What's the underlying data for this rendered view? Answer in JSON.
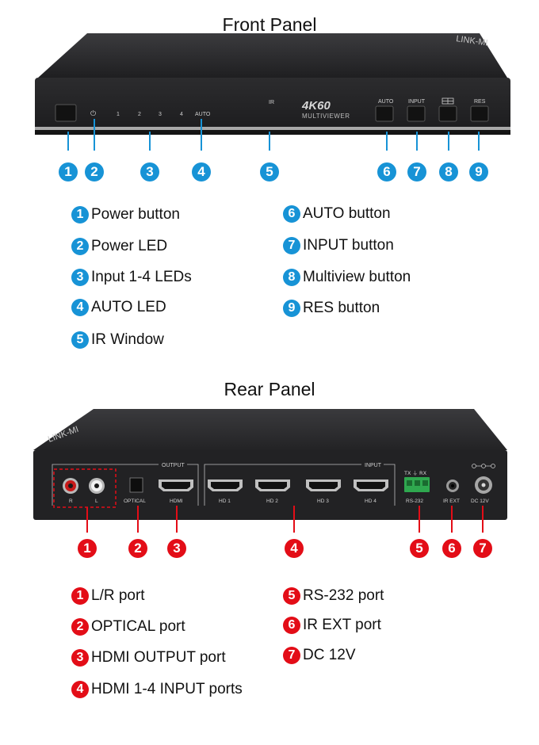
{
  "front": {
    "title": "Front Panel",
    "brand": "LINK-MI",
    "logo_main": "4K60",
    "logo_sub": "MULTIVIEWER",
    "panel_labels": {
      "power_led": "⏻",
      "led1": "1",
      "led2": "2",
      "led3": "3",
      "led4": "4",
      "auto_led": "AUTO",
      "ir": "IR",
      "auto_btn": "AUTO",
      "input_btn": "INPUT",
      "res_btn": "RES"
    },
    "callouts": [
      "1",
      "2",
      "3",
      "4",
      "5",
      "6",
      "7",
      "8",
      "9"
    ],
    "legend_left": [
      {
        "num": "1",
        "label": "Power button"
      },
      {
        "num": "2",
        "label": "Power LED"
      },
      {
        "num": "3",
        "label": "Input 1-4 LEDs"
      },
      {
        "num": "4",
        "label": "AUTO LED"
      },
      {
        "num": "5",
        "label": "IR Window"
      }
    ],
    "legend_right": [
      {
        "num": "6",
        "label": "AUTO button"
      },
      {
        "num": "7",
        "label": "INPUT button"
      },
      {
        "num": "8",
        "label": "Multiview button"
      },
      {
        "num": "9",
        "label": "RES button"
      }
    ]
  },
  "rear": {
    "title": "Rear Panel",
    "brand": "LINK-MI",
    "panel_labels": {
      "output": "OUTPUT",
      "input": "INPUT",
      "r": "R",
      "l": "L",
      "optical": "OPTICAL",
      "hdmi": "HDMI",
      "hd1": "HD 1",
      "hd2": "HD 2",
      "hd3": "HD 3",
      "hd4": "HD 4",
      "rs232_top": "TX ⏚ RX",
      "rs232": "RS-232",
      "irext": "IR EXT",
      "dc": "DC 12V"
    },
    "callouts": [
      "1",
      "2",
      "3",
      "4",
      "5",
      "6",
      "7"
    ],
    "legend_left": [
      {
        "num": "1",
        "label": "L/R port"
      },
      {
        "num": "2",
        "label": "OPTICAL port"
      },
      {
        "num": "3",
        "label": "HDMI OUTPUT port"
      },
      {
        "num": "4",
        "label": "HDMI 1-4 INPUT ports"
      }
    ],
    "legend_right": [
      {
        "num": "5",
        "label": "RS-232 port"
      },
      {
        "num": "6",
        "label": "IR EXT port"
      },
      {
        "num": "7",
        "label": "DC 12V"
      }
    ]
  },
  "colors": {
    "front_accent": "#1793d6",
    "rear_accent": "#e30d17",
    "device_body": "#2a2a2c",
    "device_edge": "#9a9a9a"
  }
}
